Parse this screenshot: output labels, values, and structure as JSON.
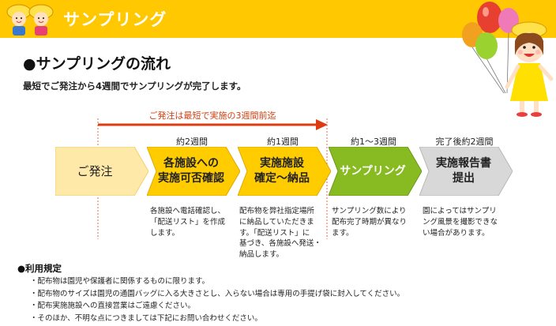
{
  "header": {
    "title": "サンプリング"
  },
  "section": {
    "title": "●サンプリングの流れ",
    "subtitle": "最短でご発注から4週間でサンプリングが完了します。"
  },
  "timeline": {
    "note": "ご発注は最短で実施の3週間前迄"
  },
  "stages": [
    {
      "label": "ご発注",
      "duration": "",
      "desc": ""
    },
    {
      "label": "各施設への\n実施可否確認",
      "duration": "約2週間",
      "desc": "各施設へ電話確認し、\n「配送リスト」を作成\nします。"
    },
    {
      "label": "実施施設\n確定～納品",
      "duration": "約1週間",
      "desc": "配布物を弊社指定場所\nに納品していただきま\nす。「配送リスト」に\n基づき、各施設へ発送・\n納品します。"
    },
    {
      "label": "サンプリング",
      "duration": "約1～3週間",
      "desc": "サンプリング数により\n配布完了時期が異なり\nます。"
    },
    {
      "label": "実施報告書\n提出",
      "duration": "完了後約2週間",
      "desc": "園によってはサンプリ\nング風景を撮影できな\nい場合があります。"
    }
  ],
  "rules": {
    "title": "●利用規定",
    "items": [
      "・配布物は園児や保護者に関係するものに限ります。",
      "・配布物のサイズは園児の通園バッグに入る大きさとし、入らない場合は専用の手提げ袋に封入してください。",
      "・配布実施施設への直接営業はご遠慮ください。",
      "・そのほか、不明な点につきましては下記にお問い合わせください。"
    ]
  },
  "colors": {
    "header_bg": "#ffc800",
    "stage_order": "#ffe9a8",
    "stage_process": "#ffcc00",
    "stage_sampling": "#88bb22",
    "stage_report": "#d8d8d8",
    "arrow": "#dd3b10",
    "note_text": "#d04010"
  }
}
